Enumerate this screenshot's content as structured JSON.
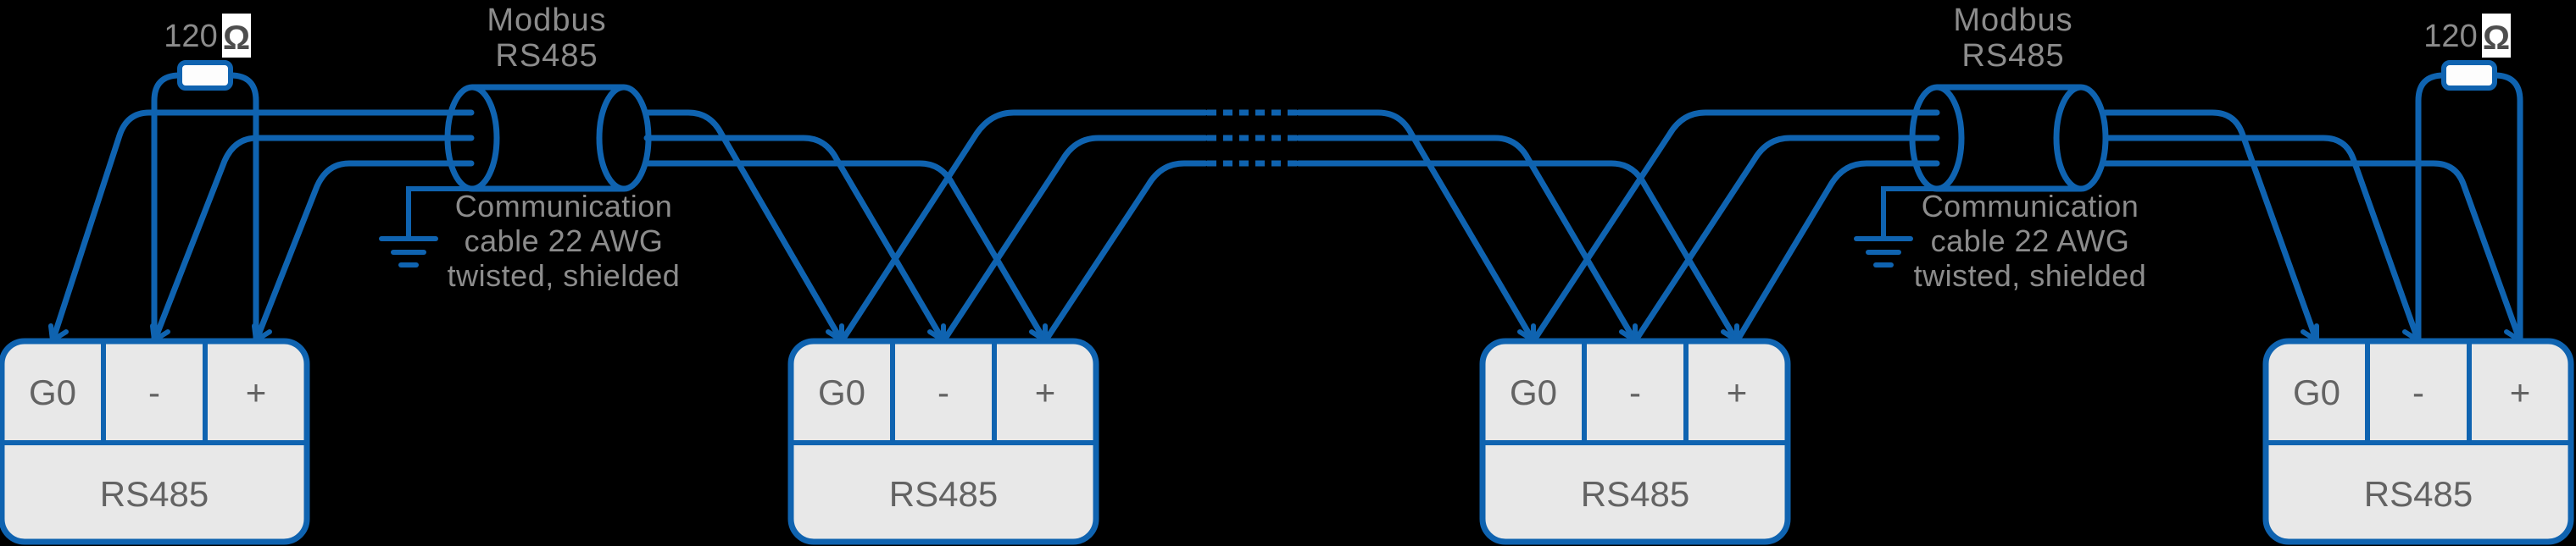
{
  "colors": {
    "wire": "#0f63b0",
    "label_text": "#8c8c8c",
    "terminal_text": "#636363",
    "omega_text": "#4d4d4d",
    "block_fill": "#e8e8e8",
    "resistor_fill": "#fdfdfd",
    "omega_box_fill": "#ffffff",
    "background": "#000000"
  },
  "termination_resistors": [
    {
      "value": "120",
      "unit": "Ω"
    },
    {
      "value": "120",
      "unit": "Ω"
    }
  ],
  "cables": [
    {
      "name_line1": "Modbus",
      "name_line2": "RS485",
      "caption_line1": "Communication",
      "caption_line2": "cable 22 AWG",
      "caption_line3": "twisted, shielded"
    },
    {
      "name_line1": "Modbus",
      "name_line2": "RS485",
      "caption_line1": "Communication",
      "caption_line2": "cable 22 AWG",
      "caption_line3": "twisted, shielded"
    }
  ],
  "devices": [
    {
      "terminal_g0": "G0",
      "terminal_minus": "-",
      "terminal_plus": "+",
      "port": "RS485"
    },
    {
      "terminal_g0": "G0",
      "terminal_minus": "-",
      "terminal_plus": "+",
      "port": "RS485"
    },
    {
      "terminal_g0": "G0",
      "terminal_minus": "-",
      "terminal_plus": "+",
      "port": "RS485"
    },
    {
      "terminal_g0": "G0",
      "terminal_minus": "-",
      "terminal_plus": "+",
      "port": "RS485"
    }
  ]
}
